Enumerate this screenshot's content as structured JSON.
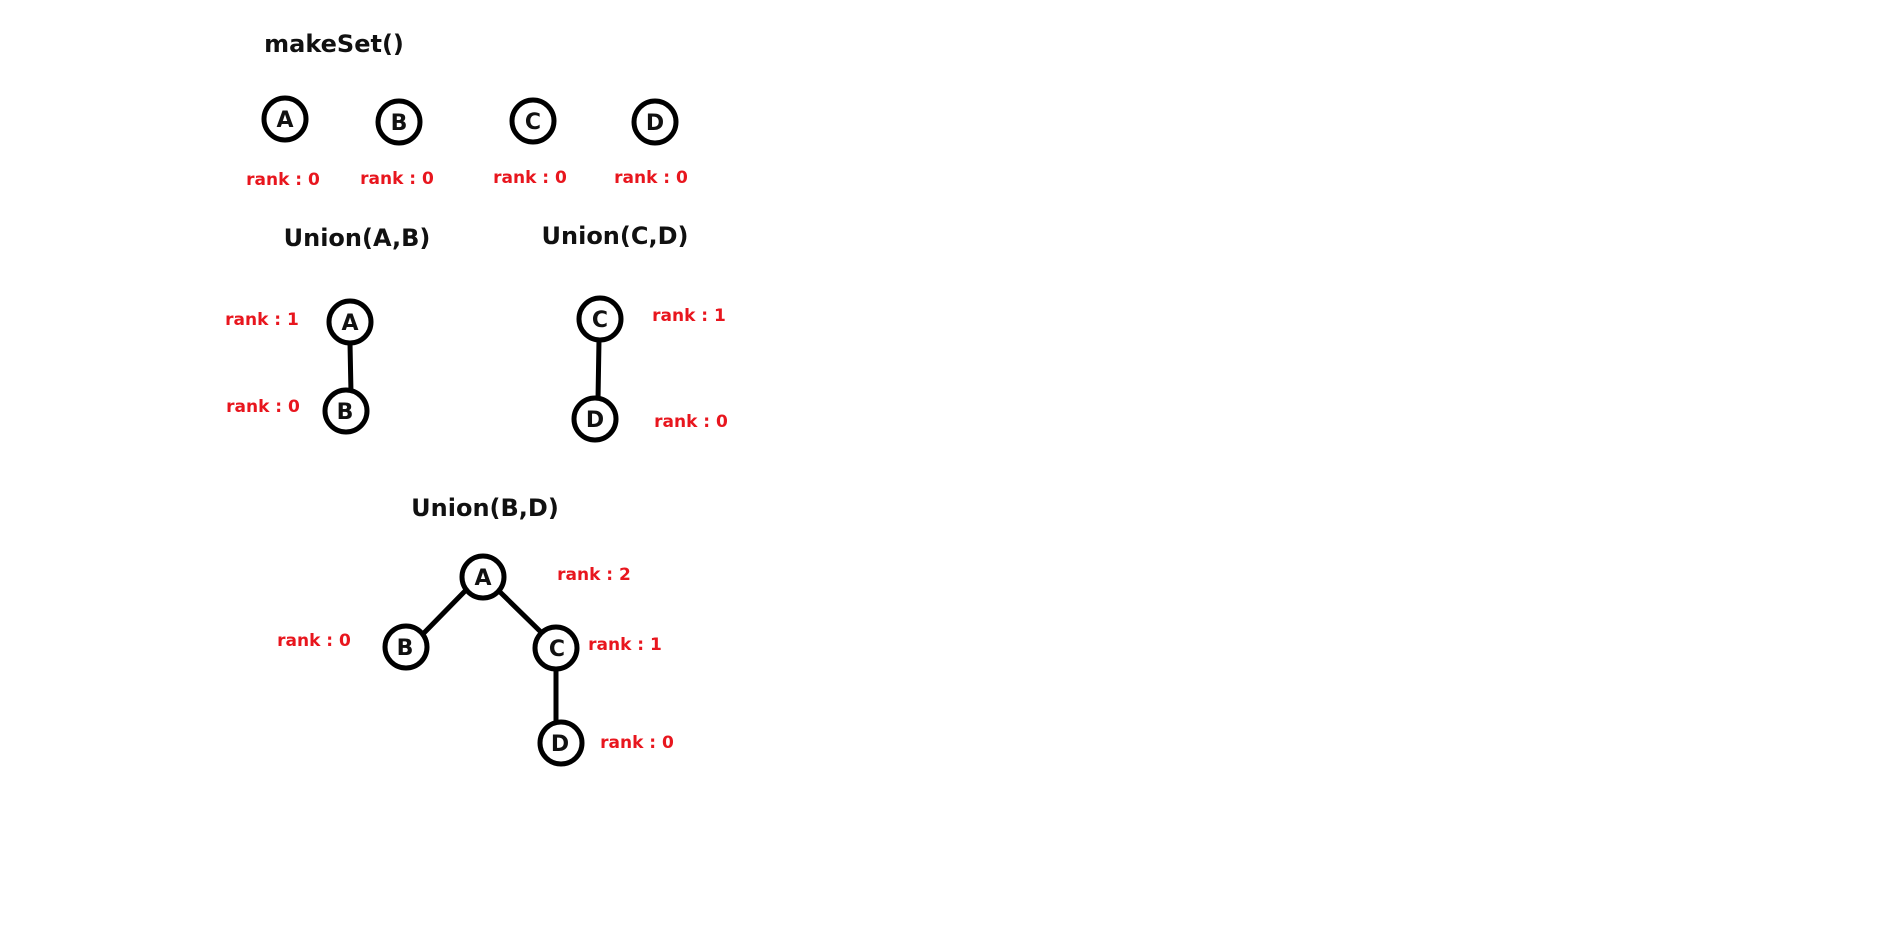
{
  "colors": {
    "rank_text": "#e8161e",
    "node_stroke": "#000000",
    "title_text": "#111111"
  },
  "panels": {
    "makeset": {
      "title": "makeSet()",
      "nodes": [
        {
          "id": "A",
          "label": "A"
        },
        {
          "id": "B",
          "label": "B"
        },
        {
          "id": "C",
          "label": "C"
        },
        {
          "id": "D",
          "label": "D"
        }
      ],
      "ranks": [
        "rank : 0",
        "rank : 0",
        "rank : 0",
        "rank : 0"
      ]
    },
    "union_ab": {
      "title": "Union(A,B)",
      "nodes": [
        {
          "id": "A",
          "label": "A"
        },
        {
          "id": "B",
          "label": "B"
        }
      ],
      "edges": [
        [
          "A",
          "B"
        ]
      ],
      "ranks": [
        "rank : 1",
        "rank : 0"
      ]
    },
    "union_cd": {
      "title": "Union(C,D)",
      "nodes": [
        {
          "id": "C",
          "label": "C"
        },
        {
          "id": "D",
          "label": "D"
        }
      ],
      "edges": [
        [
          "C",
          "D"
        ]
      ],
      "ranks": [
        "rank : 1",
        "rank : 0"
      ]
    },
    "union_bd": {
      "title": "Union(B,D)",
      "nodes": [
        {
          "id": "A",
          "label": "A"
        },
        {
          "id": "B",
          "label": "B"
        },
        {
          "id": "C",
          "label": "C"
        },
        {
          "id": "D",
          "label": "D"
        }
      ],
      "edges": [
        [
          "A",
          "B"
        ],
        [
          "A",
          "C"
        ],
        [
          "C",
          "D"
        ]
      ],
      "ranks": [
        "rank : 2",
        "rank : 0",
        "rank : 1",
        "rank : 0"
      ]
    }
  }
}
